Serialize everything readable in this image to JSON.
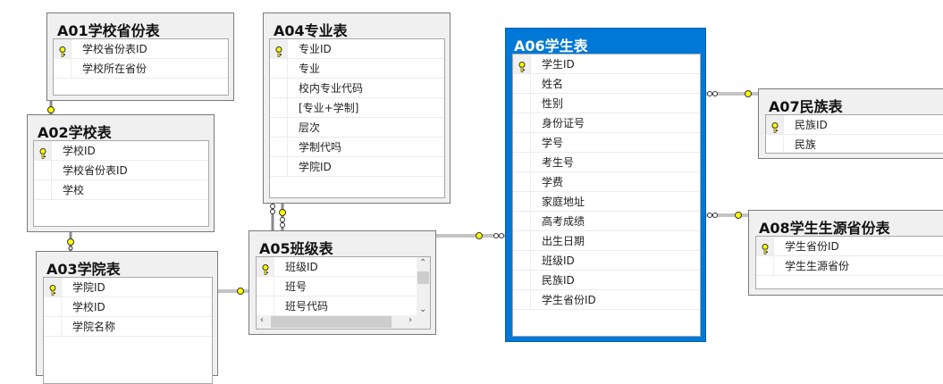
{
  "diagram": {
    "tables": [
      {
        "id": "a01",
        "title": "A01学校省份表",
        "columns": [
          {
            "name": "学校省份表ID",
            "pk": true
          },
          {
            "name": "学校所在省份",
            "pk": false
          }
        ],
        "selected": false
      },
      {
        "id": "a02",
        "title": "A02学校表",
        "columns": [
          {
            "name": "学校ID",
            "pk": true
          },
          {
            "name": "学校省份表ID",
            "pk": false
          },
          {
            "name": "学校",
            "pk": false
          }
        ],
        "selected": false
      },
      {
        "id": "a03",
        "title": "A03学院表",
        "columns": [
          {
            "name": "学院ID",
            "pk": true
          },
          {
            "name": "学校ID",
            "pk": false
          },
          {
            "name": "学院名称",
            "pk": false
          }
        ],
        "selected": false
      },
      {
        "id": "a04",
        "title": "A04专业表",
        "columns": [
          {
            "name": "专业ID",
            "pk": true
          },
          {
            "name": "专业",
            "pk": false
          },
          {
            "name": "校内专业代码",
            "pk": false
          },
          {
            "name": "[专业+学制]",
            "pk": false
          },
          {
            "name": "层次",
            "pk": false
          },
          {
            "name": "学制代吗",
            "pk": false
          },
          {
            "name": "学院ID",
            "pk": false
          }
        ],
        "selected": false
      },
      {
        "id": "a05",
        "title": "A05班级表",
        "columns": [
          {
            "name": "班级ID",
            "pk": true
          },
          {
            "name": "班号",
            "pk": false
          },
          {
            "name": "班号代码",
            "pk": false
          }
        ],
        "selected": false,
        "scrollbars": true
      },
      {
        "id": "a06",
        "title": "A06学生表",
        "columns": [
          {
            "name": "学生ID",
            "pk": true
          },
          {
            "name": "姓名",
            "pk": false
          },
          {
            "name": "性别",
            "pk": false
          },
          {
            "name": "身份证号",
            "pk": false
          },
          {
            "name": "学号",
            "pk": false
          },
          {
            "name": "考生号",
            "pk": false
          },
          {
            "name": "学费",
            "pk": false
          },
          {
            "name": "家庭地址",
            "pk": false
          },
          {
            "name": "高考成绩",
            "pk": false
          },
          {
            "name": "出生日期",
            "pk": false
          },
          {
            "name": "班级ID",
            "pk": false
          },
          {
            "name": "民族ID",
            "pk": false
          },
          {
            "name": "学生省份ID",
            "pk": false
          }
        ],
        "selected": true
      },
      {
        "id": "a07",
        "title": "A07民族表",
        "columns": [
          {
            "name": "民族ID",
            "pk": true
          },
          {
            "name": "民族",
            "pk": false
          }
        ],
        "selected": false
      },
      {
        "id": "a08",
        "title": "A08学生生源省份表",
        "columns": [
          {
            "name": "学生省份ID",
            "pk": true
          },
          {
            "name": "学生生源省份",
            "pk": false
          }
        ],
        "selected": false
      }
    ],
    "relationships": [
      {
        "from": "a01",
        "to": "a02"
      },
      {
        "from": "a02",
        "to": "a03"
      },
      {
        "from": "a03",
        "to": "a04"
      },
      {
        "from": "a04",
        "to": "a05"
      },
      {
        "from": "a05",
        "to": "a06"
      },
      {
        "from": "a07",
        "to": "a06"
      },
      {
        "from": "a08",
        "to": "a06"
      }
    ]
  },
  "colors": {
    "selection": "#0078d7",
    "key": "#ffff00",
    "table_bg": "#f0f0f0"
  },
  "icons": {
    "primary_key": "key-icon",
    "many_end": "infinity-icon"
  }
}
